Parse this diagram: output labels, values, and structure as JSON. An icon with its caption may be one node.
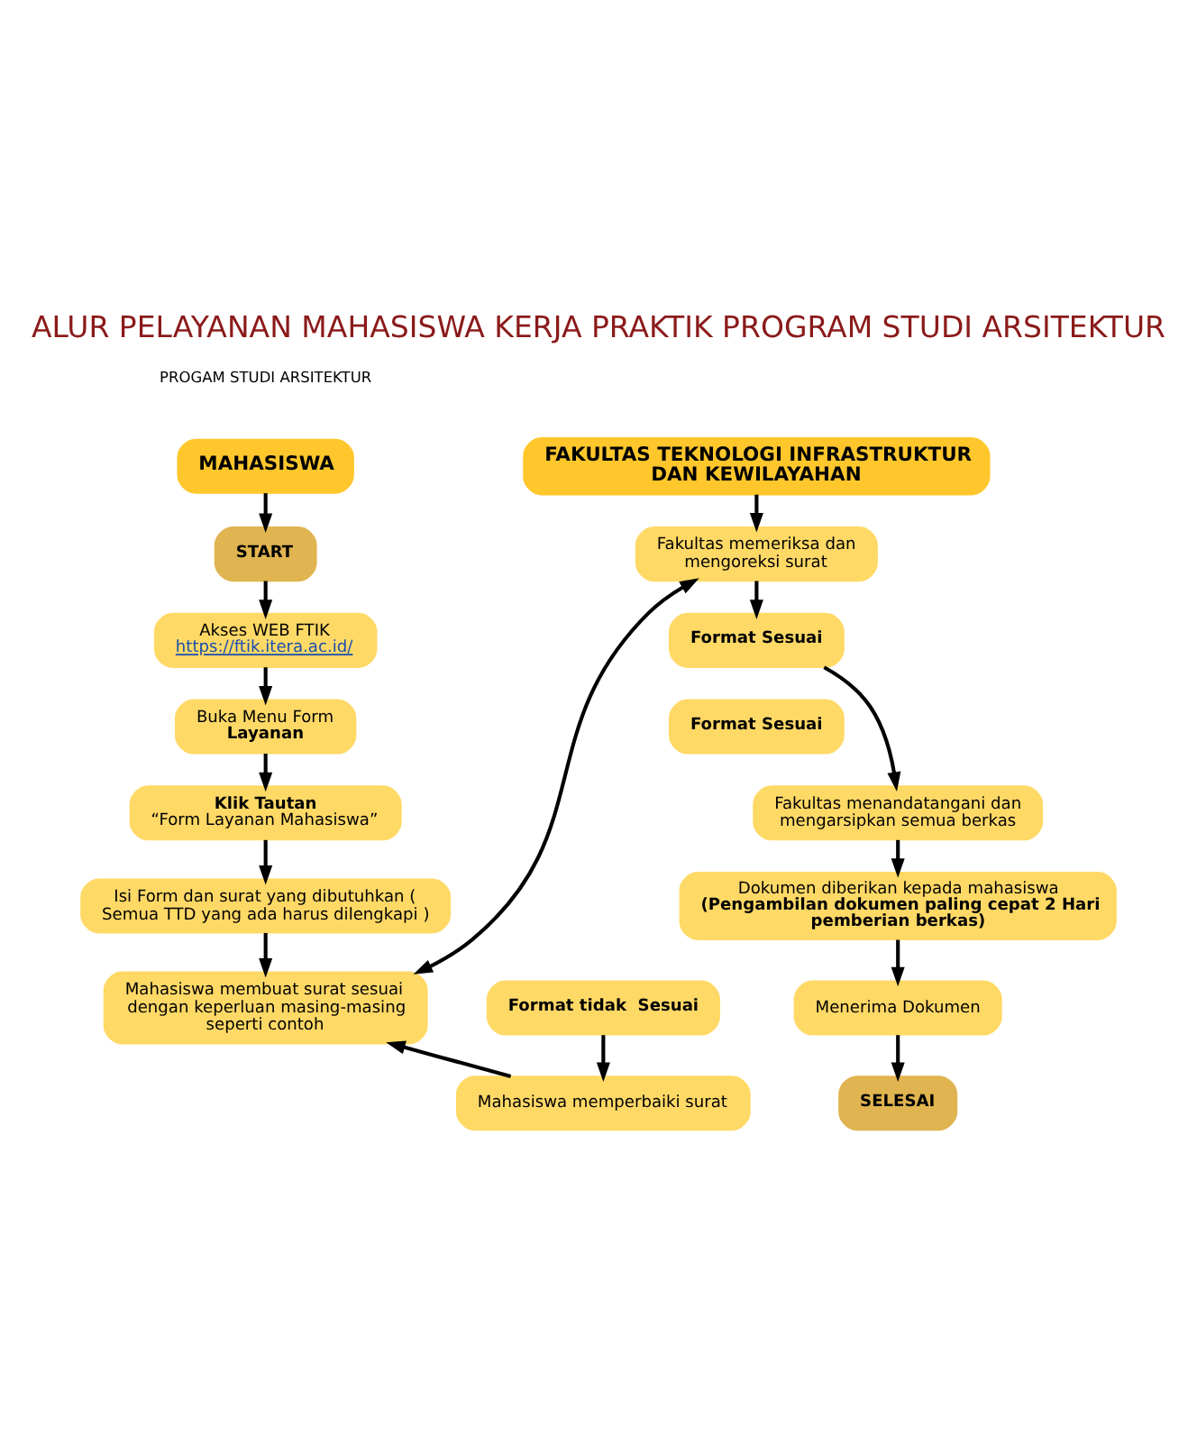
{
  "diagram": {
    "title": "ALUR PELAYANAN MAHASISWA KERJA PRAKTIK PROGRAM STUDI ARSITEKTUR",
    "nodes": [
      {
        "text": [
          "MAHASISWA"
        ]
      },
      {
        "text": [
          "START"
        ]
      },
      {
        "text": [
          "Akses WEB FTIK",
          "https://ftik.itera.ac.id/"
        ]
      },
      {
        "text": [
          "Buka Menu Form",
          "Layanan"
        ]
      },
      {
        "text": [
          "Klik Tautan",
          "“Form Layanan Mahasiswa”"
        ]
      },
      {
        "text": [
          "Isi Form dan surat yang dibutuhkan ( Semua TTD yang ada harus dilengkapi )"
        ]
      },
      {
        "text": [
          "Mahasiswa membuat surat sesuai dengan keperluan masing-masing seperti contoh"
        ]
      },
      {
        "text": [
          "Mahasiswa memperbaiki surat"
        ]
      },
      {
        "text": [
          "Menerima Dokumen"
        ]
      },
      {
        "text": [
          "SELESAI"
        ]
      },
      {
        "text": [
          "FAKULTAS TEKNOLOGI INFRASTRUKTUR DAN KEWILAYAHAN"
        ]
      },
      {
        "text": [
          "Fakultas memeriksa dan mengoreksi surat"
        ]
      },
      {
        "text": [
          "Format Sesuai"
        ]
      },
      {
        "text": [
          "Format tidak  Sesuai"
        ]
      },
      {
        "text": [
          "Format Sesuai"
        ]
      },
      {
        "text": [
          "Fakultas menandatangani dan mengarsipkan semua berkas"
        ]
      },
      {
        "text": [
          "Dokumen diberikan kepada mahasiswa",
          "(Pengambilan dokumen paling cepat 2 Hari pemberian berkas)"
        ]
      }
    ],
    "edges": [
      {
        "from": 0,
        "to": 1,
        "arrow": "to"
      },
      {
        "from": 1,
        "to": 2,
        "arrow": "to"
      },
      {
        "from": 2,
        "to": 3,
        "arrow": "to"
      },
      {
        "from": 3,
        "to": 4,
        "arrow": "to"
      },
      {
        "from": 4,
        "to": 5,
        "arrow": "to"
      },
      {
        "from": 5,
        "to": 6,
        "arrow": "to"
      },
      {
        "from": 6,
        "to": 11,
        "arrow": "both"
      },
      {
        "from": 13,
        "to": 7,
        "arrow": "to"
      },
      {
        "from": 7,
        "to": 6,
        "arrow": "to"
      },
      {
        "from": 10,
        "to": 11,
        "arrow": "to"
      },
      {
        "from": 11,
        "to": 12,
        "arrow": "to"
      },
      {
        "from": 12,
        "to": 15,
        "arrow": "to"
      },
      {
        "from": 15,
        "to": 16,
        "arrow": "to"
      },
      {
        "from": 16,
        "to": 8,
        "arrow": "to"
      },
      {
        "from": 8,
        "to": 9,
        "arrow": "to"
      }
    ],
    "labels": [
      "PROGAM STUDI ARSITEKTUR"
    ]
  }
}
